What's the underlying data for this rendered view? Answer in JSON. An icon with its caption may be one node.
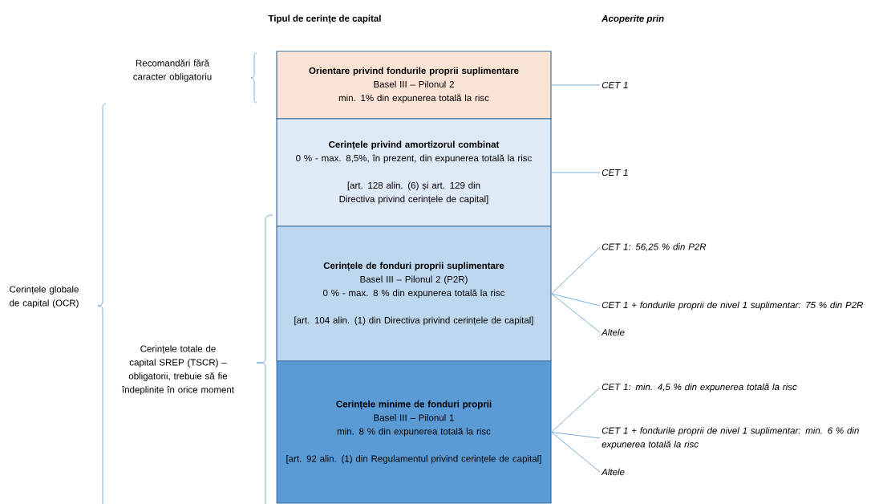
{
  "diagram": {
    "nodes": [
      {
        "text": [
          "Orientare privind fondurile proprii suplimentare",
          "Basel III – Pilonul 2",
          "min. 1% din expunerea totală la risc"
        ]
      },
      {
        "text": [
          "Cerințele privind amortizorul combinat",
          "0 % - max. 8,5%, în prezent, din expunerea totală la risc",
          "[art. 128 alin. (6) și art. 129 din Directiva privind cerințele de capital]"
        ]
      },
      {
        "text": [
          "Cerințele de fonduri proprii suplimentare",
          "Basel III – Pilonul 2 (P2R)",
          "0 % - max. 8 % din expunerea totală la risc",
          "[art. 104 alin. (1) din Directiva privind cerințele de capital]"
        ]
      },
      {
        "text": [
          "Cerințele minime de fonduri proprii",
          "Basel III – Pilonul 1",
          "min. 8 % din expunerea totală la risc",
          "[art. 92 alin. (1) din Regulamentul privind cerințele de capital]"
        ]
      },
      {
        "text": [
          "CET 1"
        ]
      },
      {
        "text": [
          "CET 1"
        ]
      },
      {
        "text": [
          "CET 1: 56,25 % din P2R"
        ]
      },
      {
        "text": [
          "CET 1 + fondurile proprii de nivel 1 suplimentar: 75 % din P2R"
        ]
      },
      {
        "text": [
          "Altele"
        ]
      },
      {
        "text": [
          "CET 1: min. 4,5 % din expunerea totală la risc"
        ]
      },
      {
        "text": [
          "CET 1 + fondurile proprii de nivel 1 suplimentar: min. 6 % din expunerea totală la risc"
        ]
      },
      {
        "text": [
          "Altele"
        ]
      }
    ],
    "edges": [
      {
        "from": 0,
        "to": 4,
        "arrow": "none"
      },
      {
        "from": 1,
        "to": 5,
        "arrow": "none"
      },
      {
        "from": 2,
        "to": 6,
        "arrow": "none"
      },
      {
        "from": 2,
        "to": 7,
        "arrow": "none"
      },
      {
        "from": 2,
        "to": 8,
        "arrow": "none"
      },
      {
        "from": 3,
        "to": 9,
        "arrow": "none"
      },
      {
        "from": 3,
        "to": 10,
        "arrow": "none"
      },
      {
        "from": 3,
        "to": 11,
        "arrow": "none"
      }
    ],
    "labels": [
      "Tipul de cerințe de capital",
      "Acoperite prin",
      "Recomandări fără caracter obligatoriu",
      "Cerințele globale de capital (OCR)",
      "Cerințele totale de capital SREP (TSCR) – obligatorii, trebuie să fie îndeplinite în orice moment"
    ]
  }
}
